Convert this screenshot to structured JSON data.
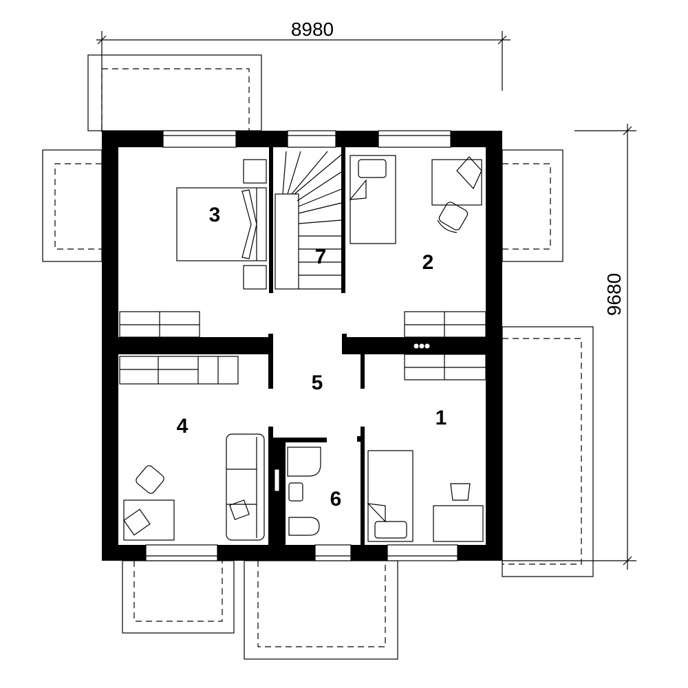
{
  "dimensions": {
    "width": "8980",
    "height": "9680"
  },
  "rooms": [
    {
      "number": "1"
    },
    {
      "number": "2"
    },
    {
      "number": "3"
    },
    {
      "number": "4"
    },
    {
      "number": "5"
    },
    {
      "number": "6"
    },
    {
      "number": "7"
    }
  ]
}
